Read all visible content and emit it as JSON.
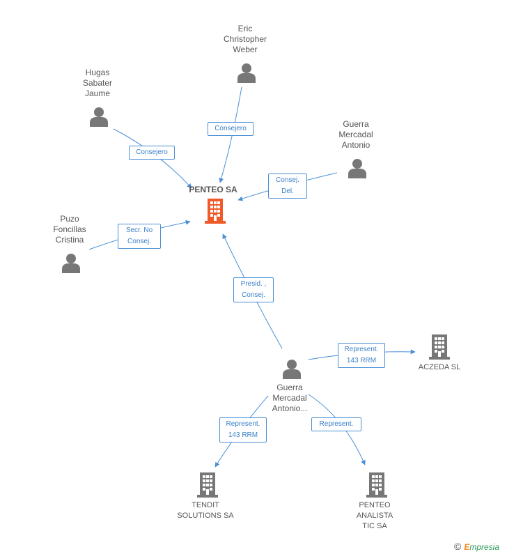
{
  "colors": {
    "edge": "#4a8fd6",
    "person_icon": "#777777",
    "company_icon": "#777777",
    "main_company_icon": "#f05a28"
  },
  "nodes": {
    "main": {
      "label": "PENTEO SA",
      "icon": "building-icon"
    },
    "eric": {
      "label": "Eric\nChristopher\nWeber",
      "icon": "person-icon"
    },
    "hugas": {
      "label": "Hugas\nSabater\nJaume",
      "icon": "person-icon"
    },
    "guerra_top": {
      "label": "Guerra\nMercadal\nAntonio",
      "icon": "person-icon"
    },
    "puzo": {
      "label": "Puzo\nFoncillas\nCristina",
      "icon": "person-icon"
    },
    "guerra_mid": {
      "label": "Guerra\nMercadal\nAntonio...",
      "icon": "person-icon"
    },
    "aczeda": {
      "label": "ACZEDA SL",
      "icon": "building-icon"
    },
    "tendit": {
      "label": "TENDIT\nSOLUTIONS SA",
      "icon": "building-icon"
    },
    "penteo_analista": {
      "label": "PENTEO\nANALISTA\nTIC SA",
      "icon": "building-icon"
    }
  },
  "edges": {
    "eric_main": "Consejero",
    "hugas_main": "Consejero",
    "guerra_top_main": "Consej.\nDel.",
    "puzo_main": "Secr. No\nConsej.",
    "guerra_mid_main": "Presid. ,\nConsej.",
    "guerra_mid_aczeda": "Represent.\n143 RRM",
    "guerra_mid_tendit": "Represent.\n143 RRM",
    "guerra_mid_penteo_analista": "Represent."
  },
  "footer": {
    "copyright_symbol": "©",
    "brand_initial": "E",
    "brand_rest": "mpresia"
  }
}
